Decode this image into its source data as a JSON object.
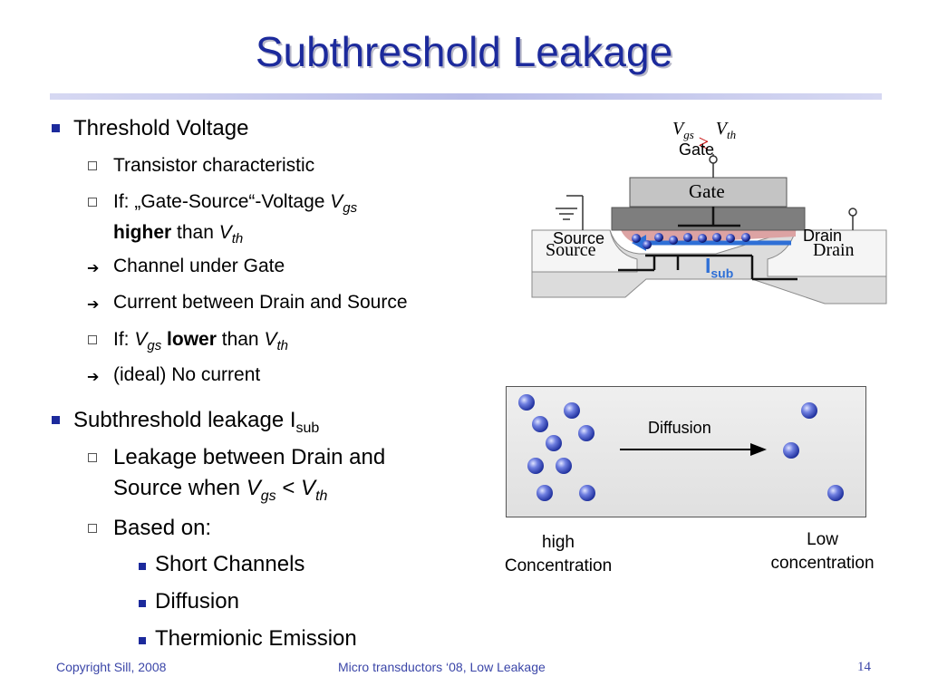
{
  "slide": {
    "title": "Subthreshold Leakage",
    "footer_left": "Copyright Sill, 2008",
    "footer_center": "Micro transductors ‘08, Low Leakage",
    "page_number": "14"
  },
  "bullets": {
    "b1": "Threshold Voltage",
    "b1_1": "Transistor characteristic",
    "b1_2_prefix": "If: „Gate-Source“-Voltage ",
    "b1_2_V": "V",
    "b1_2_gs": "gs",
    "b1_2_higher": "higher",
    "b1_2_than": " than ",
    "b1_2_V2": "V",
    "b1_2_th": "th",
    "b1_3": "Channel under Gate",
    "b1_4": "Current between Drain and Source",
    "b1_5_prefix": "If: ",
    "b1_5_V": "V",
    "b1_5_gs": "gs",
    "b1_5_lower": "lower",
    "b1_5_than": " than ",
    "b1_5_V2": "V",
    "b1_5_th": "th",
    "b1_6": "(ideal) No current",
    "b2_text": "Subthreshold leakage I",
    "b2_sub": "sub",
    "b2_1_line1": "Leakage between Drain and",
    "b2_1_line2_prefix": "Source when ",
    "b2_1_V": "V",
    "b2_1_gs": "gs",
    "b2_1_lt": " < ",
    "b2_1_V2": "V",
    "b2_1_th": "th",
    "b2_2": "Based on:",
    "b2_2_1": "Short Channels",
    "b2_2_2": "Diffusion",
    "b2_2_3": "Thermionic Emission"
  },
  "transistor": {
    "vgs": "V",
    "vgs_sub": "gs",
    "cmp": ">",
    "cmp2": "<",
    "vth": "V",
    "vth_sub": "th",
    "gate_label": "Gate",
    "gate_block": "Gate",
    "source_sans": "Source",
    "source_serif": "Source",
    "drain_sans": "Drain",
    "drain_serif": "Drain",
    "isub": "I",
    "isub_sub": "sub"
  },
  "diffusion": {
    "arrow_label": "Diffusion",
    "left_caption_1": "high",
    "left_caption_2": "Concentration",
    "right_caption_1": "Low",
    "right_caption_2": "concentration"
  },
  "colors": {
    "title": "#1c2a9c",
    "bullet": "#1c2a9c",
    "isub": "#2e6fd6",
    "footer": "#3b46a8"
  }
}
